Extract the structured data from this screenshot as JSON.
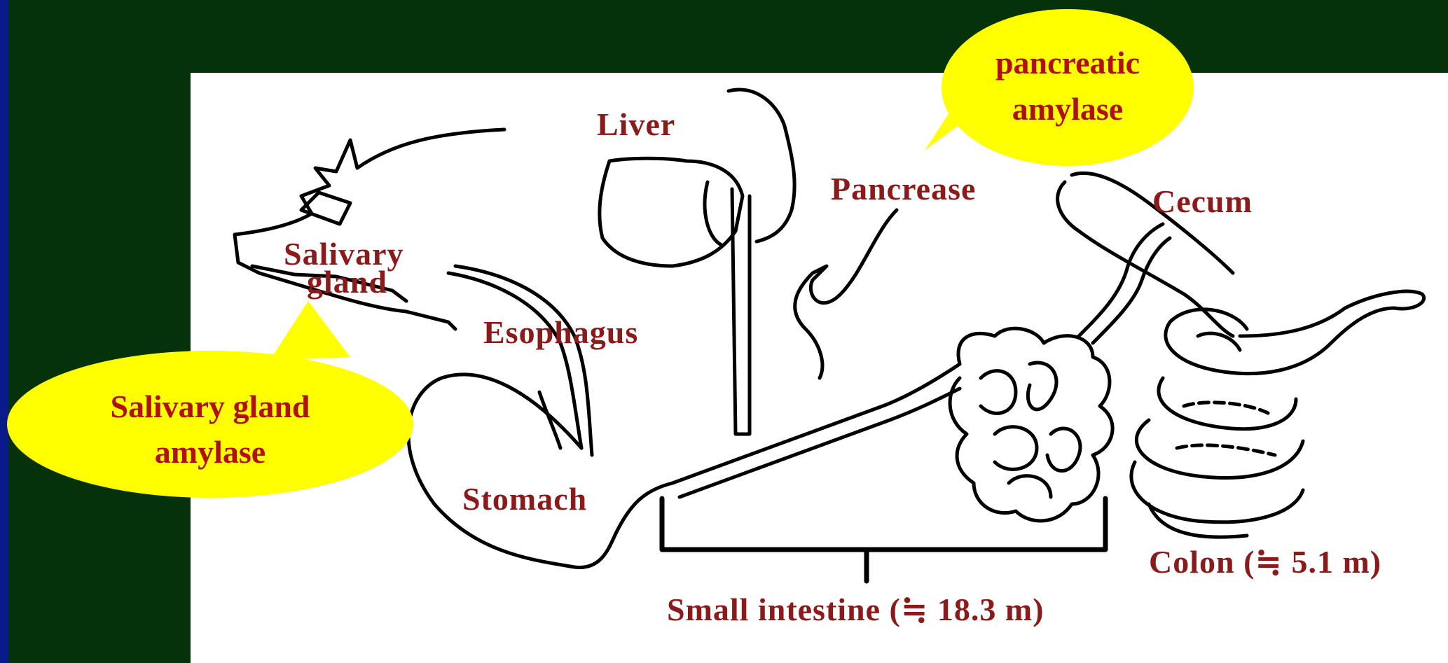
{
  "labels": {
    "liver": "Liver",
    "pancrease": "Pancrease",
    "cecum": "Cecum",
    "salivary_gland_line1": "Salivary",
    "salivary_gland_line2": "gland",
    "esophagus": "Esophagus",
    "stomach": "Stomach",
    "colon": "Colon (≒ 5.1 m)",
    "small_intestine": "Small intestine (≒ 18.3 m)"
  },
  "callouts": {
    "pancreatic_line1": "pancreatic",
    "pancreatic_line2": "amylase",
    "salivary_line1": "Salivary gland",
    "salivary_line2": "amylase"
  },
  "colors": {
    "background": "#05320a",
    "left_strip": "#0a1a8a",
    "panel": "#ffffff",
    "label_text": "#8b1a1a",
    "bubble_fill": "#ffff00",
    "bubble_text": "#b01010"
  }
}
